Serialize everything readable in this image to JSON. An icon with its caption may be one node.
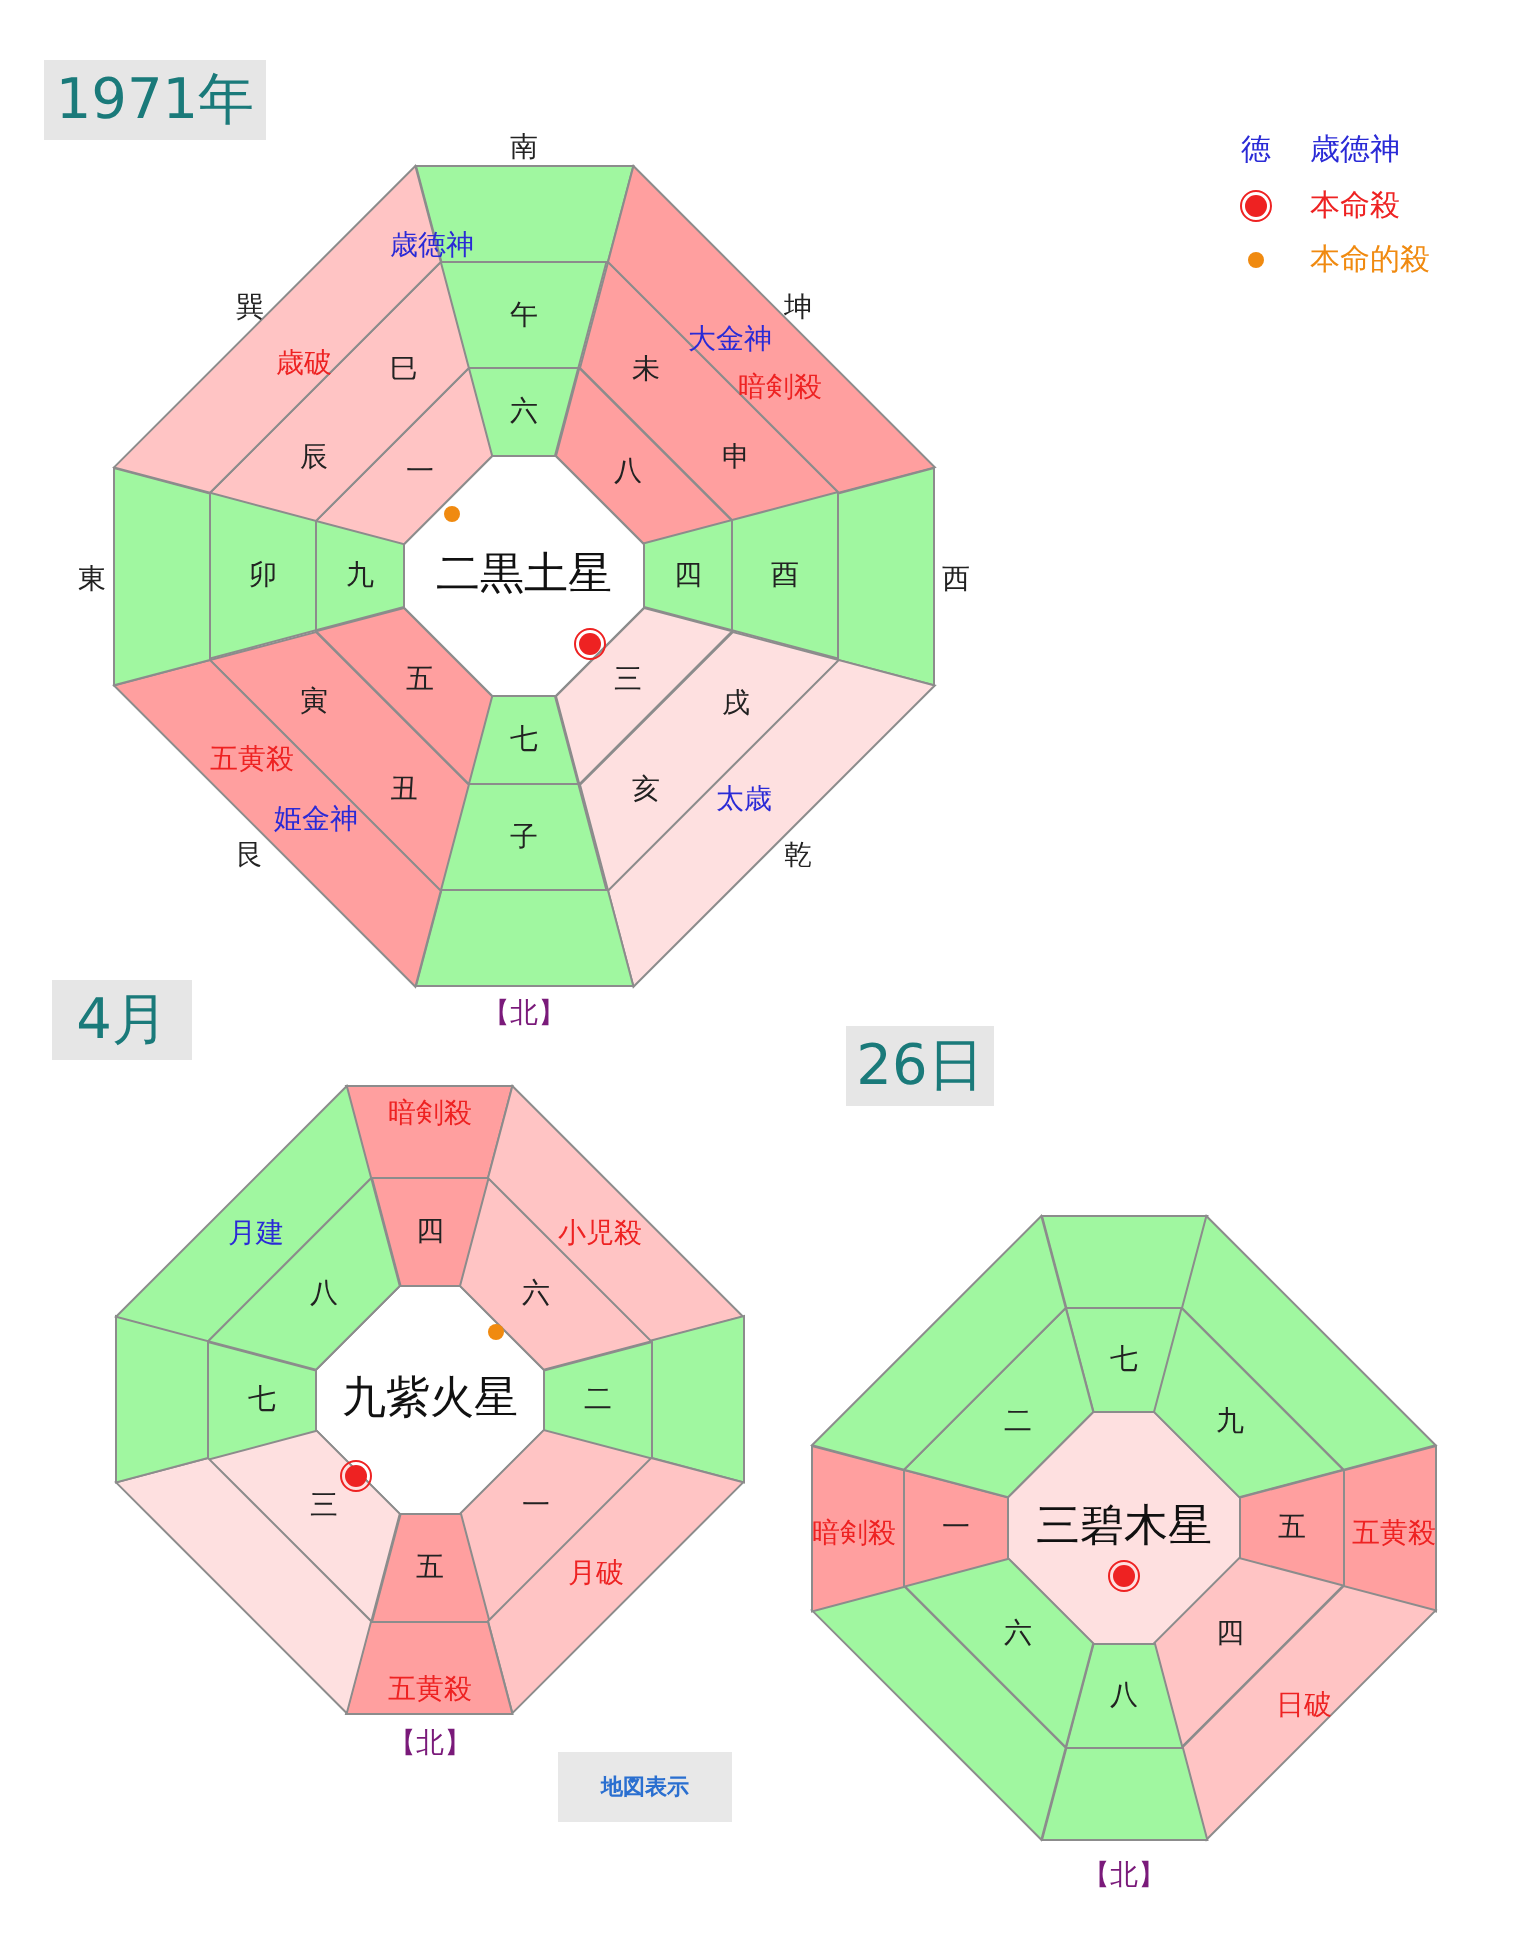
{
  "diagram": {
    "nodes": [
      {
        "text": [
          "1971年"
        ]
      },
      {
        "text": [
          "二黒土星"
        ]
      },
      {
        "text": [
          "六"
        ]
      },
      {
        "text": [
          "八"
        ]
      },
      {
        "text": [
          "四"
        ]
      },
      {
        "text": [
          "三"
        ]
      },
      {
        "text": [
          "七"
        ]
      },
      {
        "text": [
          "五"
        ]
      },
      {
        "text": [
          "九"
        ]
      },
      {
        "text": [
          "一"
        ]
      },
      {
        "text": [
          "午"
        ]
      },
      {
        "text": [
          "未",
          "申"
        ]
      },
      {
        "text": [
          "酉"
        ]
      },
      {
        "text": [
          "戌",
          "亥"
        ]
      },
      {
        "text": [
          "子"
        ]
      },
      {
        "text": [
          "寅",
          "丑"
        ]
      },
      {
        "text": [
          "卯"
        ]
      },
      {
        "text": [
          "巳",
          "辰"
        ]
      },
      {
        "text": [],
        "shape": "box"
      },
      {
        "text": [
          "大金神",
          "暗剣殺"
        ]
      },
      {
        "text": [],
        "shape": "box"
      },
      {
        "text": [
          "太歳"
        ]
      },
      {
        "text": [],
        "shape": "box"
      },
      {
        "text": [
          "五黄殺",
          "姫金神"
        ]
      },
      {
        "text": [],
        "shape": "box"
      },
      {
        "text": [
          "歳徳神",
          "歳破"
        ]
      },
      {
        "text": [
          "4月"
        ]
      },
      {
        "text": [
          "九紫火星"
        ]
      },
      {
        "text": [
          "四"
        ]
      },
      {
        "text": [
          "六"
        ]
      },
      {
        "text": [
          "二"
        ]
      },
      {
        "text": [
          "一"
        ]
      },
      {
        "text": [
          "五"
        ]
      },
      {
        "text": [
          "三"
        ]
      },
      {
        "text": [
          "七"
        ]
      },
      {
        "text": [
          "八"
        ]
      },
      {
        "text": [
          "暗剣殺"
        ]
      },
      {
        "text": [
          "小児殺"
        ]
      },
      {
        "text": [],
        "shape": "box"
      },
      {
        "text": [
          "月破"
        ]
      },
      {
        "text": [
          "五黄殺"
        ]
      },
      {
        "text": [],
        "shape": "box"
      },
      {
        "text": [],
        "shape": "box"
      },
      {
        "text": [
          "月建"
        ]
      },
      {
        "text": [
          "26日"
        ]
      },
      {
        "text": [
          "三碧木星"
        ]
      },
      {
        "text": [
          "七"
        ]
      },
      {
        "text": [
          "九"
        ]
      },
      {
        "text": [
          "五"
        ]
      },
      {
        "text": [
          "四"
        ]
      },
      {
        "text": [
          "八"
        ]
      },
      {
        "text": [
          "六"
        ]
      },
      {
        "text": [
          "一"
        ]
      },
      {
        "text": [
          "二"
        ]
      },
      {
        "text": [],
        "shape": "box"
      },
      {
        "text": [],
        "shape": "box"
      },
      {
        "text": [
          "五黄殺"
        ]
      },
      {
        "text": [
          "日破"
        ]
      },
      {
        "text": [],
        "shape": "box"
      },
      {
        "text": [],
        "shape": "box"
      },
      {
        "text": [
          "暗剣殺"
        ]
      },
      {
        "text": [],
        "shape": "box"
      },
      {
        "text": [
          "地図表示"
        ]
      }
    ],
    "labels": [
      "南",
      "徳",
      "巽",
      "坤",
      "東",
      "西",
      "艮",
      "乾",
      "【北】",
      "【北】",
      "【北】"
    ],
    "legend": [
      {
        "text": "歳徳神"
      },
      {
        "text": "本命殺"
      },
      {
        "text": "本命的殺"
      }
    ]
  }
}
